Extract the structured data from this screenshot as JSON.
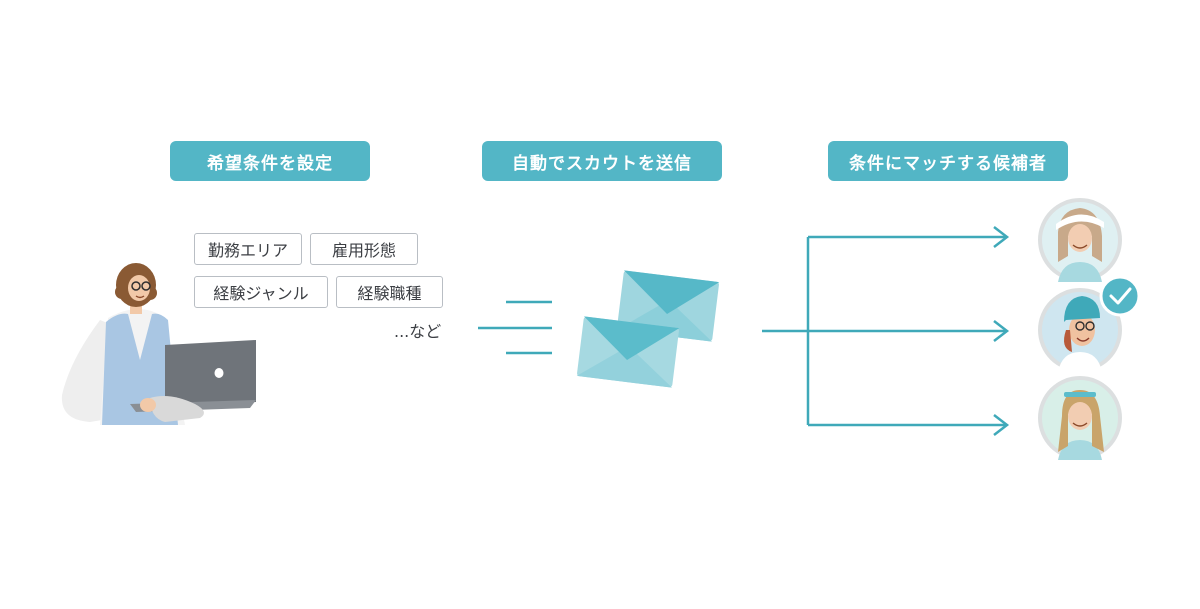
{
  "steps": [
    {
      "label": "希望条件を設定"
    },
    {
      "label": "自動でスカウトを送信"
    },
    {
      "label": "条件にマッチする候補者"
    }
  ],
  "condition_tags": [
    "勤務エリア",
    "雇用形態",
    "経験ジャンル",
    "経験職種"
  ],
  "etc_text": "...など",
  "colors": {
    "accent": "#53b6c6",
    "arrow": "#3fa9b9",
    "envelope": "#5bbccb",
    "tag_border": "#b9bec4"
  },
  "icons": [
    "person-with-laptop-illustration",
    "envelope-icon",
    "arrow-right-icon",
    "candidate-avatar",
    "check-badge-icon"
  ]
}
